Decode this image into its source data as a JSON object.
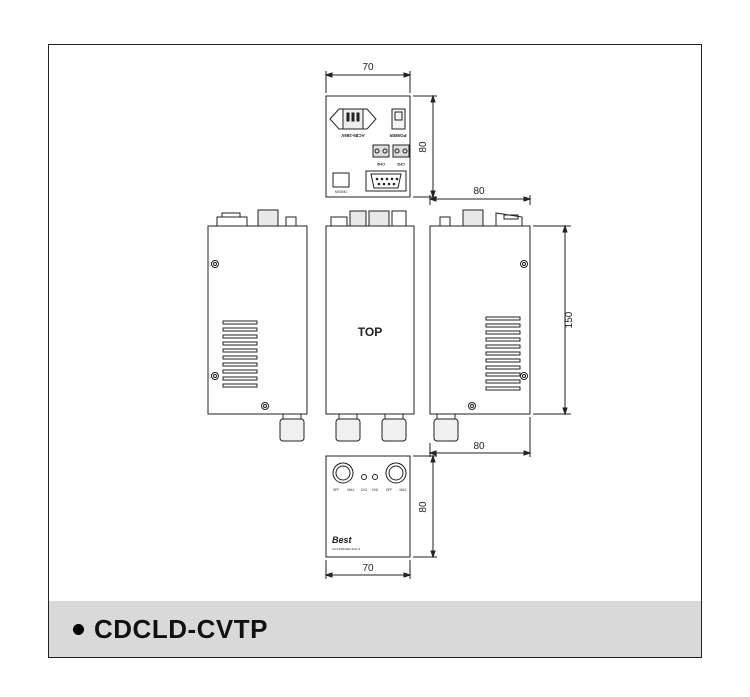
{
  "caption": {
    "model": "CDCLD-CVTP"
  },
  "dimensions": {
    "top_width": "70",
    "top_height": "80",
    "side_width": "80",
    "side_length": "150",
    "front_width": "80",
    "bottom_height": "80",
    "bottom_width": "70"
  },
  "panel_labels": {
    "ac_input": "AC85-265V",
    "power": "POWER",
    "ch1": "CH1",
    "ch2": "CH2",
    "chip": "MSONG",
    "top_view": "TOP",
    "off1": "OFF",
    "max1": "MAX",
    "led_ch1": "CH1",
    "led_ch2": "CH2",
    "off2": "OFF",
    "max2": "MAX",
    "brand": "Best",
    "brand_sub": "CCS DRIVER 4CH S"
  },
  "colors": {
    "line": "#222222",
    "caption_bg": "#d9d9d9"
  }
}
